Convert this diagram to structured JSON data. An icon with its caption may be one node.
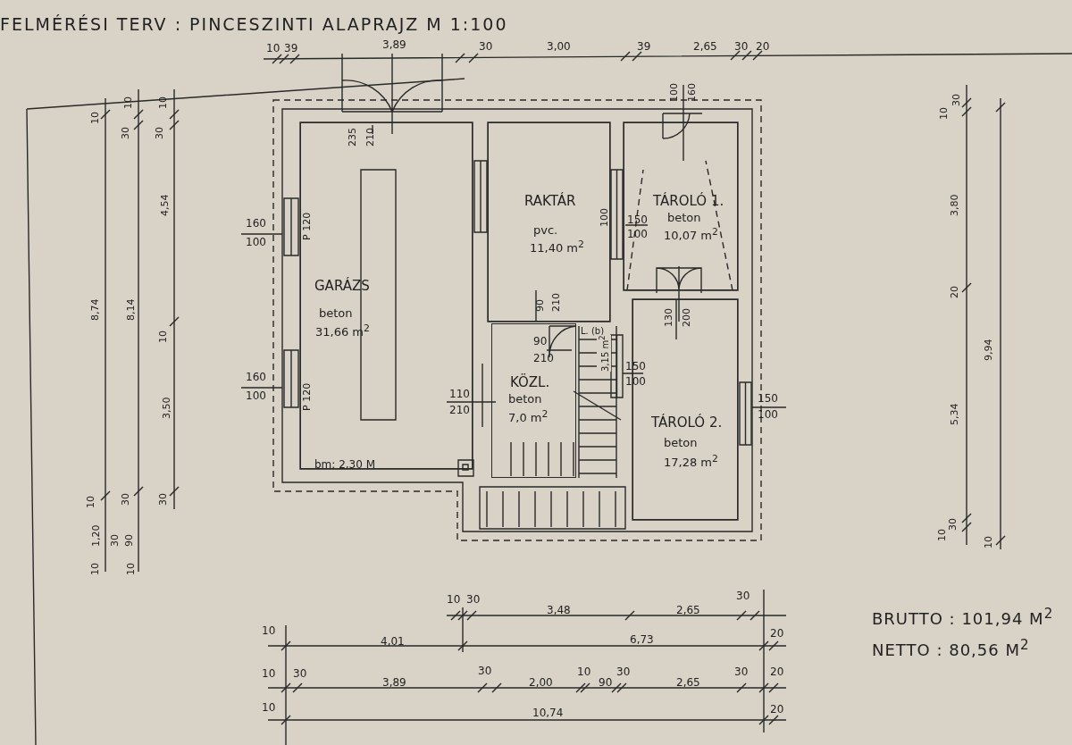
{
  "diagram": {
    "title": "FELMÉRÉSI TERV : PINCESZINTI ALAPRAJZ M 1:100",
    "nodes": [
      {
        "text": [
          "GARÁZS",
          "beton",
          "31,66 m$^{2}$"
        ]
      },
      {
        "text": [
          "RAKTÁR",
          "pvc.",
          "11,40 m$^{2}$"
        ]
      },
      {
        "text": [
          "TÁROLÓ 1.",
          "beton",
          "10,07 m$^{2}$"
        ]
      },
      {
        "text": [
          "KÖZL.",
          "beton",
          "7,0 m$^{2}$"
        ]
      },
      {
        "text": [
          "TÁROLÓ 2.",
          "beton",
          "17,28 m$^{2}$"
        ]
      }
    ],
    "labels": [
      "10",
      "39",
      "3,89",
      "30",
      "3,00",
      "39",
      "2,65",
      "30",
      "20",
      "235",
      "210",
      "100",
      "160",
      "10",
      "30",
      "10",
      "30",
      "10",
      "8,74",
      "8,14",
      "4,54",
      "160",
      "100",
      "P 120",
      "100",
      "150",
      "100",
      "10",
      "3,50",
      "90",
      "210",
      "130",
      "200",
      "90",
      "210",
      "L. (b)",
      "3,15 m$^{2}$",
      "160",
      "100",
      "P 120",
      "110",
      "210",
      "150",
      "100",
      "150",
      "100",
      "bm: 2,30 M",
      "10",
      "30",
      "30",
      "1,20",
      "30",
      "90",
      "10",
      "10",
      "10",
      "30",
      "3,80",
      "20",
      "5,34",
      "9,94",
      "10",
      "30",
      "10",
      "10",
      "30",
      "3,48",
      "2,65",
      "30",
      "10",
      "4,01",
      "6,73",
      "20",
      "10",
      "30",
      "3,89",
      "30",
      "2,00",
      "10",
      "90",
      "30",
      "2,65",
      "30",
      "20",
      "10",
      "10,74",
      "20",
      "BRUTTO : 101,94 M$^{2}$",
      "NETTO : 80,56 M$^{2}$"
    ]
  }
}
